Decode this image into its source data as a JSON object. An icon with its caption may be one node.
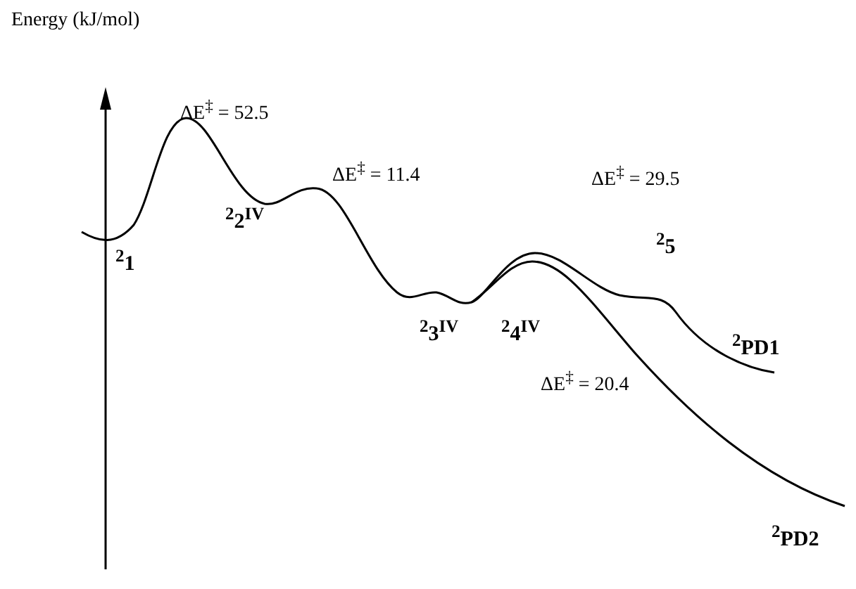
{
  "diagram": {
    "labels": [
      "Energy (kJ/mol)",
      "ΔE$^{‡}$ = 52.5",
      "ΔE$^{‡}$ = 11.4",
      "$^{2}$1",
      "$^{2}$2$^{IV}$",
      "ΔE$^{‡}$ = 29.5",
      "$^{2}$3$^{IV}$",
      "$^{2}$4$^{IV}$",
      "$^{2}$5",
      "ΔE$^{‡}$ = 20.4",
      "$^{2}$PD1",
      "$^{2}$PD2"
    ]
  }
}
